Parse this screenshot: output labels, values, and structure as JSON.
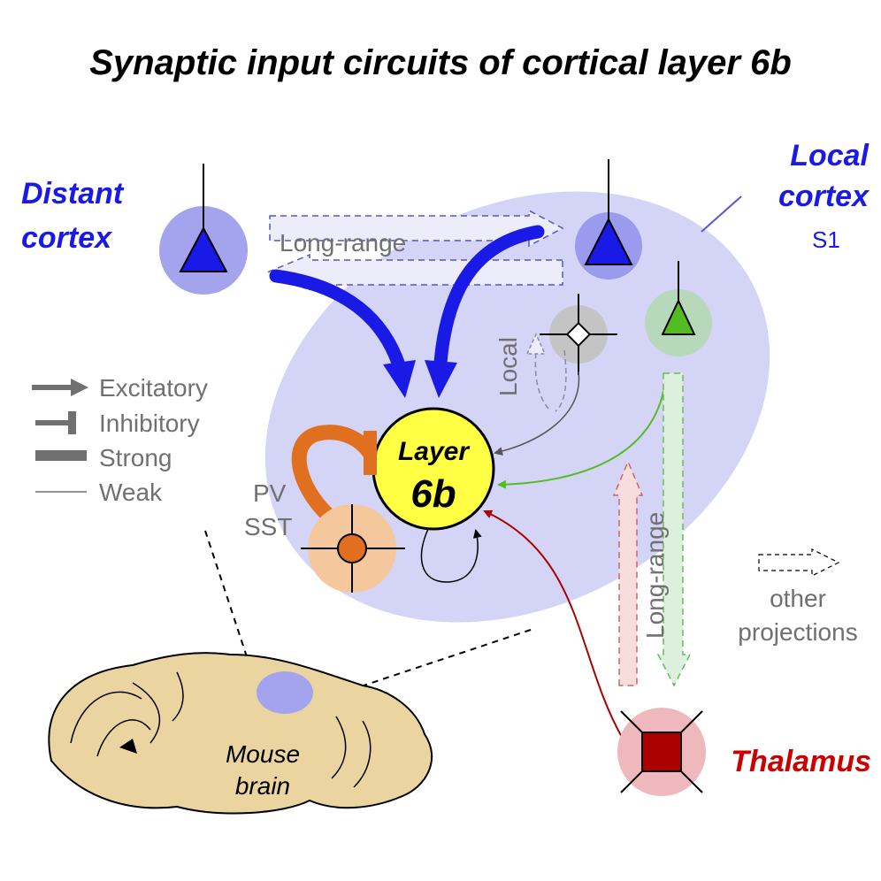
{
  "title": "Synaptic input circuits of cortical layer 6b",
  "regions": {
    "distant_line1": "Distant",
    "distant_line2": "cortex",
    "local_line1": "Local",
    "local_line2": "cortex",
    "local_sub": "S1",
    "thalamus": "Thalamus"
  },
  "center": {
    "line1": "Layer",
    "line2": "6b"
  },
  "arrow_labels": {
    "long_range_top": "Long-range",
    "local": "Local",
    "long_range_right": "Long-range"
  },
  "interneurons": {
    "line1": "PV",
    "line2": "SST"
  },
  "legend": {
    "excitatory": "Excitatory",
    "inhibitory": "Inhibitory",
    "strong": "Strong",
    "weak": "Weak"
  },
  "other": {
    "line1": "other",
    "line2": "projections"
  },
  "brain": {
    "line1": "Mouse",
    "line2": "brain"
  },
  "colors": {
    "ellipse": "#d4d4f7",
    "strong_blue": "#1a1ae6",
    "pyramidal_halo": "#a4a4ee",
    "layer6b": "#ffff44",
    "inhibitory_orange": "#e07020",
    "interneuron_halo": "#f4c89c",
    "green_neuron": "#55bb22",
    "green_halo": "#b8d8bc",
    "thalamus_red": "#aa0000",
    "thalamus_halo": "#eeb8bc",
    "brain_fill": "#ead5a0",
    "gray_text": "#707070"
  }
}
